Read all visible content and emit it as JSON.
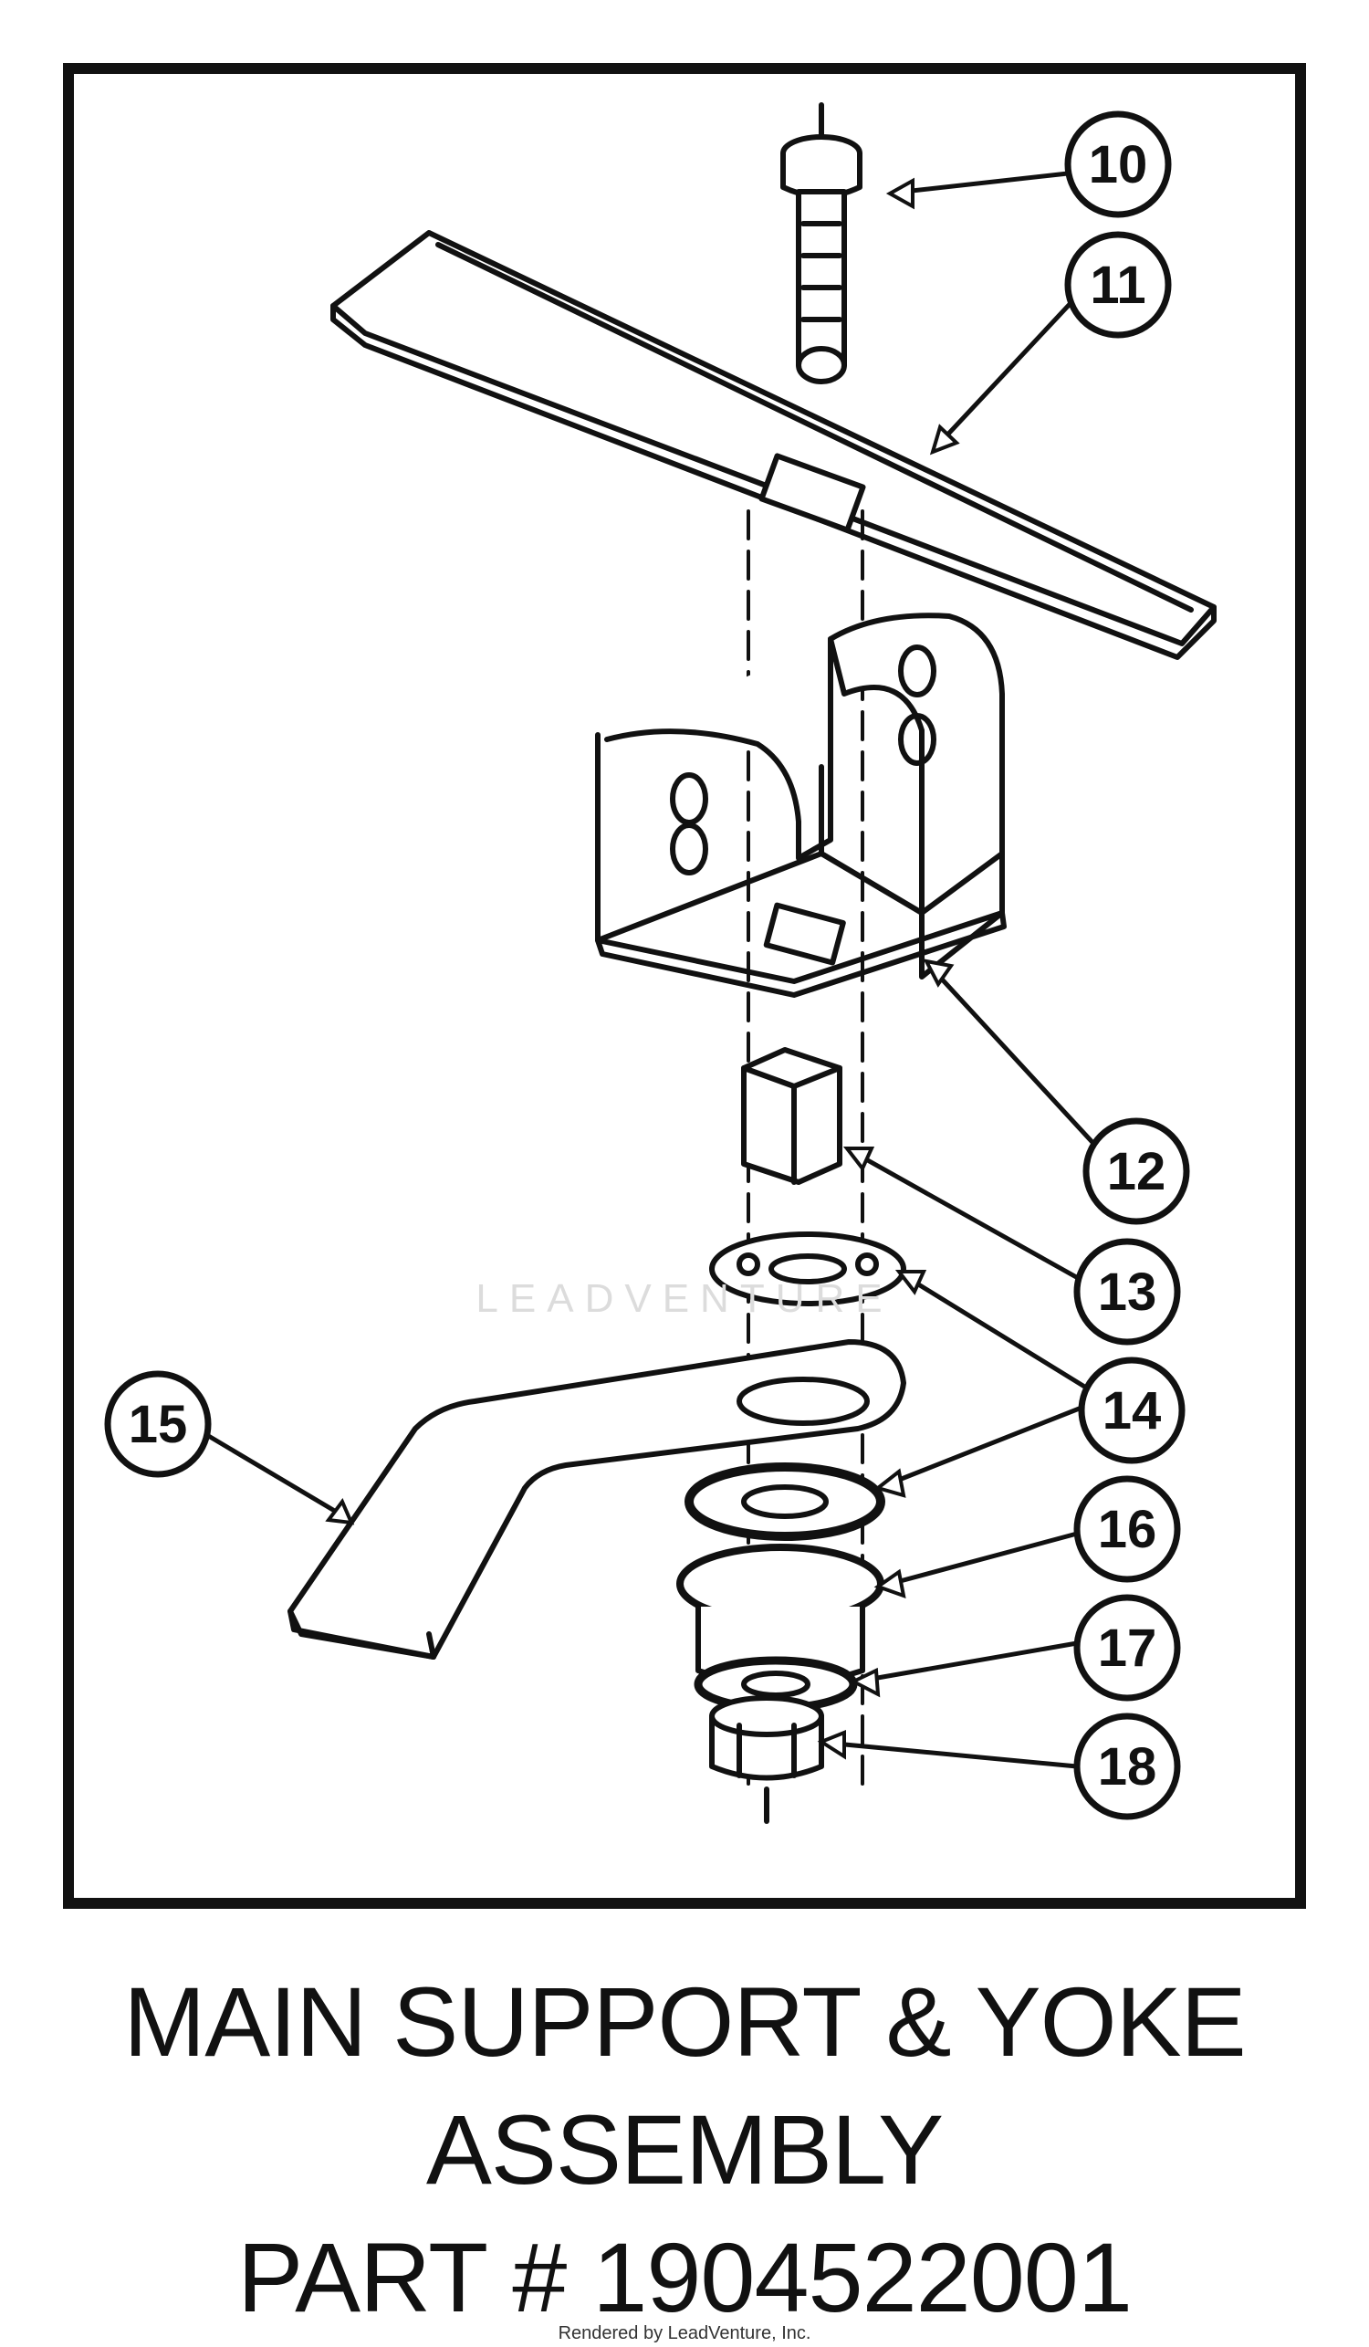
{
  "callouts": [
    {
      "id": "10",
      "label": "10"
    },
    {
      "id": "11",
      "label": "11"
    },
    {
      "id": "12",
      "label": "12"
    },
    {
      "id": "13",
      "label": "13"
    },
    {
      "id": "14",
      "label": "14"
    },
    {
      "id": "15",
      "label": "15"
    },
    {
      "id": "16",
      "label": "16"
    },
    {
      "id": "17",
      "label": "17"
    },
    {
      "id": "18",
      "label": "18"
    }
  ],
  "title": {
    "line1": "MAIN SUPPORT & YOKE",
    "line2": "ASSEMBLY",
    "line3": "PART # 1904522001"
  },
  "watermark": "LEADVENTURE",
  "credit": "Rendered by LeadVenture, Inc."
}
